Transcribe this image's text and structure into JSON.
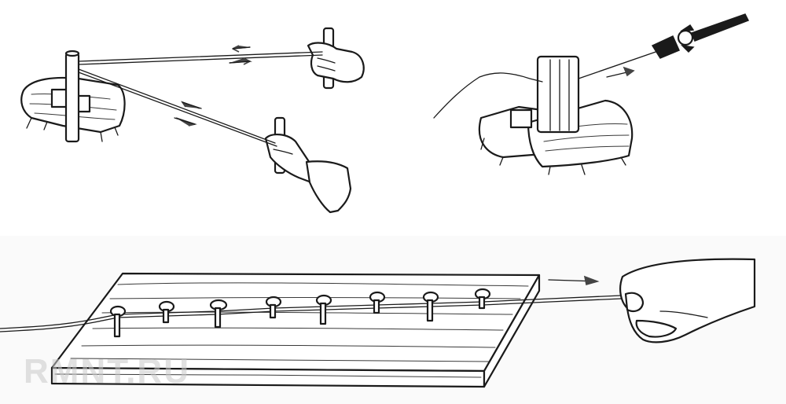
{
  "illustration": {
    "panels": [
      "wire-pulled-around-post",
      "wire-drawn-through-clamp",
      "wire-run-through-nail-board"
    ]
  },
  "watermark": {
    "text": "RMNT.RU"
  },
  "colors": {
    "ink": "#1a1a1a",
    "paper": "#ffffff",
    "arrow": "#444444",
    "watermark": "#c8c8c8"
  }
}
